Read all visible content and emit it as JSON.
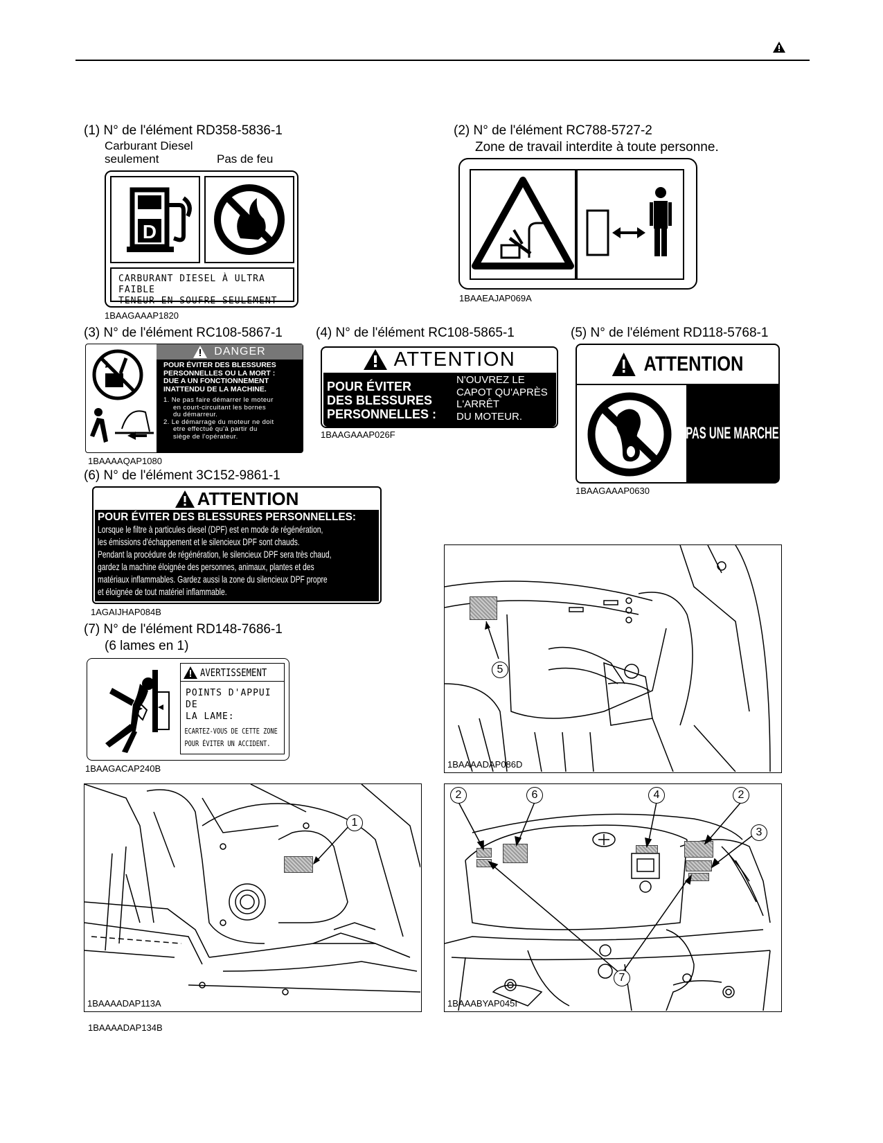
{
  "labels": [
    {
      "caption": "(1) N° de l'élément RD358-5836-1",
      "sub_left": "Carburant Diesel seulement",
      "sub_left_l1": "Carburant Diesel",
      "sub_left_l2": "seulement",
      "sub_right": "Pas de feu",
      "panel_line1": "CARBURANT DIESEL À ULTRA FAIBLE",
      "panel_line2": "TENEUR EN SOUFRE SEULEMENT",
      "code": "1BAAGAAAP1820",
      "icons": [
        "diesel-pump-icon",
        "no-fire-icon"
      ]
    },
    {
      "caption": "(2) N° de l'élément RC788-5727-2",
      "sub": "Zone de travail interdite à toute personne.",
      "code": "1BAAEAJAP069A",
      "icons": [
        "crush-warning-icon",
        "keep-distance-icon"
      ]
    },
    {
      "caption": "(3) N° de l'élément RC108-5867-1",
      "header": "DANGER",
      "bold_lines": [
        "POUR ÉVITER DES BLESSURES",
        "PERSONNELLES OU LA MORT :",
        "DUE A UN FONCTIONNEMENT",
        "INATTENDU DE LA MACHINE."
      ],
      "items": [
        "1. Ne pas faire démarrer le moteur en court-circuitant les bornes du démarreur.",
        "2. Le démarrage du moteur ne doit etre effectué qu'à partir du siège de l'opérateur."
      ],
      "item1_l1": "1. Ne pas faire démarrer le moteur",
      "item1_l2": "en court-circuitant les bornes",
      "item1_l3": "du démarreur.",
      "item2_l1": "2. Le démarrage du moteur ne doit",
      "item2_l2": "etre effectué qu'à partir du",
      "item2_l3": "siège de l'opérateur.",
      "code": "1BAAAAQAP1080",
      "icons": [
        "no-tool-start-icon",
        "run-over-icon"
      ]
    },
    {
      "caption": "(4) N° de l'élément RC108-5865-1",
      "header": "ATTENTION",
      "left_l1": "POUR ÉVITER",
      "left_l2": "DES BLESSURES",
      "left_l3": "PERSONNELLES :",
      "right_l1": "N'OUVREZ LE",
      "right_l2": "CAPOT QU'APRÈS",
      "right_l3": "L'ARRÊT",
      "right_l4": "DU MOTEUR.",
      "code": "1BAAGAAAP026F"
    },
    {
      "caption": "(5) N° de l'élément RD118-5768-1",
      "header": "ATTENTION",
      "right_text": "PAS UNE MARCHE",
      "code": "1BAAGAAAP0630",
      "icons": [
        "no-step-icon"
      ]
    },
    {
      "caption": "(6) N° de l'élément 3C152-9861-1",
      "header": "ATTENTION",
      "bold_line": "POUR ÉVITER DES BLESSURES PERSONNELLES:",
      "lines": [
        "Lorsque le filtre à particules diesel (DPF) est en mode de régénération,",
        "les émissions d'échappement et le silencieux DPF sont chauds.",
        "Pendant la procédure de régénération, le silencieux DPF sera très chaud,",
        "gardez la machine éloignée des personnes, animaux, plantes et des",
        "matériaux inflammables.  Gardez aussi la zone du silencieux DPF propre",
        "et éloignée de tout matériel inflammable."
      ],
      "code": "1AGAIJHAP084B"
    },
    {
      "caption": "(7) N° de l'élément RD148-7686-1",
      "caption2": "(6 lames en 1)",
      "header": "AVERTISSEMENT",
      "l1": "POINTS D'APPUI DE",
      "l2": "LA LAME:",
      "l3": "ECARTEZ-VOUS DE CETTE ZONE",
      "l4": "POUR ÉVITER UN ACCIDENT.",
      "code": "1BAAGACAP240B",
      "icons": [
        "pinch-point-icon"
      ]
    }
  ],
  "illustrations": [
    {
      "code": "1BAAAADAP086D",
      "callouts": [
        "5"
      ]
    },
    {
      "code": "1BAAAADAP113A",
      "callouts": [
        "1"
      ]
    },
    {
      "code": "1BAAABYAP045I",
      "callouts": [
        "2",
        "6",
        "4",
        "2",
        "3",
        "7"
      ]
    }
  ],
  "bottom_code": "1BAAAADAP134B",
  "header_icon": "warning-triangle-icon"
}
